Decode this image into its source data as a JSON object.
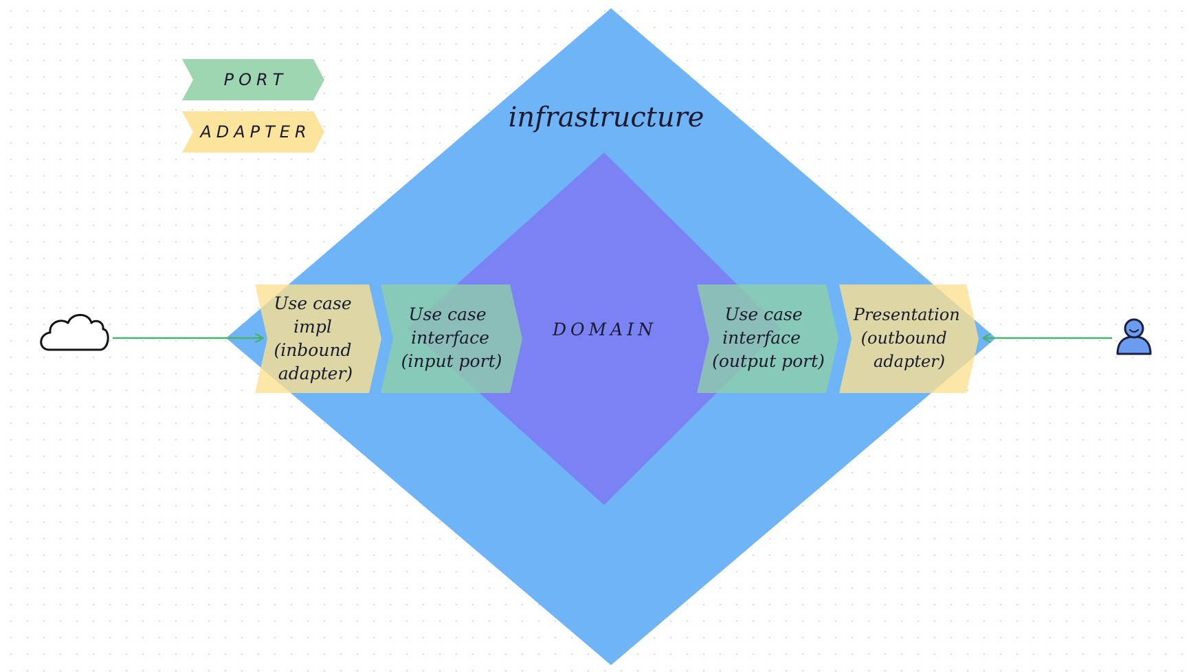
{
  "legend": {
    "port_label": "PORT",
    "adapter_label": "ADAPTER"
  },
  "diagram": {
    "infrastructure_label": "infrastructure",
    "domain_label": "DOMAIN",
    "inbound_adapter": [
      "Use case",
      "impl",
      "(inbound",
      "adapter)"
    ],
    "input_port": [
      "Use case",
      "interface",
      "(input port)"
    ],
    "output_port": [
      "Use case",
      "interface",
      "(output port)"
    ],
    "outbound_adapter": [
      "Presentation",
      "(outbound",
      "adapter)"
    ]
  },
  "colors": {
    "port": "#8fd0a6",
    "adapter": "#fde08f",
    "infrastructure": "#6fb4f7",
    "domain": "#7b82f4",
    "arrow": "#47b36a",
    "person": "#6b9cef"
  },
  "icons": {
    "left_actor": "cloud-icon",
    "right_actor": "person-icon"
  }
}
